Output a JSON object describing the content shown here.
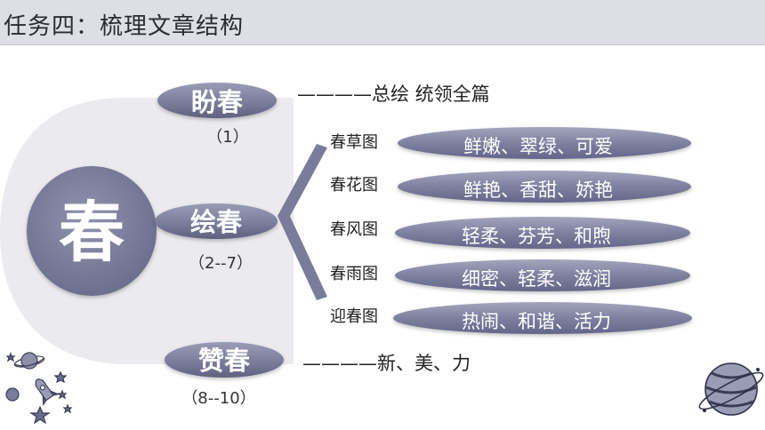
{
  "title": "任务四：梳理文章结构",
  "center": {
    "label": "春"
  },
  "sections": [
    {
      "label": "盼春",
      "range": "（1）",
      "summary": "————总绘     统领全篇"
    },
    {
      "label": "绘春",
      "range": "（2--7）"
    },
    {
      "label": "赞春",
      "range": "（8--10）",
      "summary": "————新、美、力"
    }
  ],
  "pictures": [
    {
      "name": "春草图",
      "traits": "鲜嫩、翠绿、可爱"
    },
    {
      "name": "春花图",
      "traits": "鲜艳、香甜、娇艳"
    },
    {
      "name": "春风图",
      "traits": "轻柔、芬芳、和煦"
    },
    {
      "name": "春雨图",
      "traits": "细密、轻柔、滋润"
    },
    {
      "name": "迎春图",
      "traits": "热闹、和谐、活力"
    }
  ],
  "colors": {
    "node": "#787a99",
    "node_light": "#9a9cb6",
    "title_bar": "#dedee6",
    "arc": "#ebebef"
  },
  "icons": [
    "saturn-rocket-stars-icon",
    "planet-icon"
  ]
}
